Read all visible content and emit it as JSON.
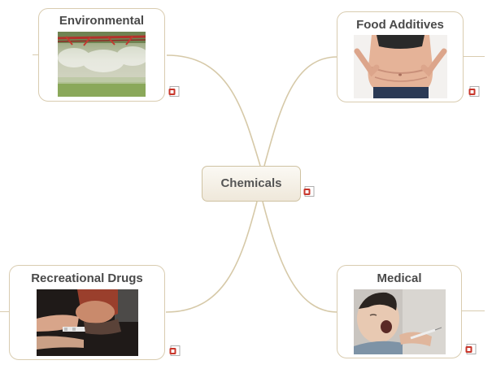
{
  "map": {
    "central": {
      "label": "Chemicals"
    },
    "topics": [
      {
        "label": "Environmental",
        "image": "crop-sprayer-photo"
      },
      {
        "label": "Food Additives",
        "image": "belly-fat-photo"
      },
      {
        "label": "Recreational Drugs",
        "image": "drug-use-photo"
      },
      {
        "label": "Medical",
        "image": "child-injection-photo"
      }
    ],
    "icon": "note-icon"
  },
  "colors": {
    "connector": "#d6c9a8",
    "border": "#d9ccb0",
    "title_text": "#4a4a4a",
    "note_red": "#c8352a"
  }
}
